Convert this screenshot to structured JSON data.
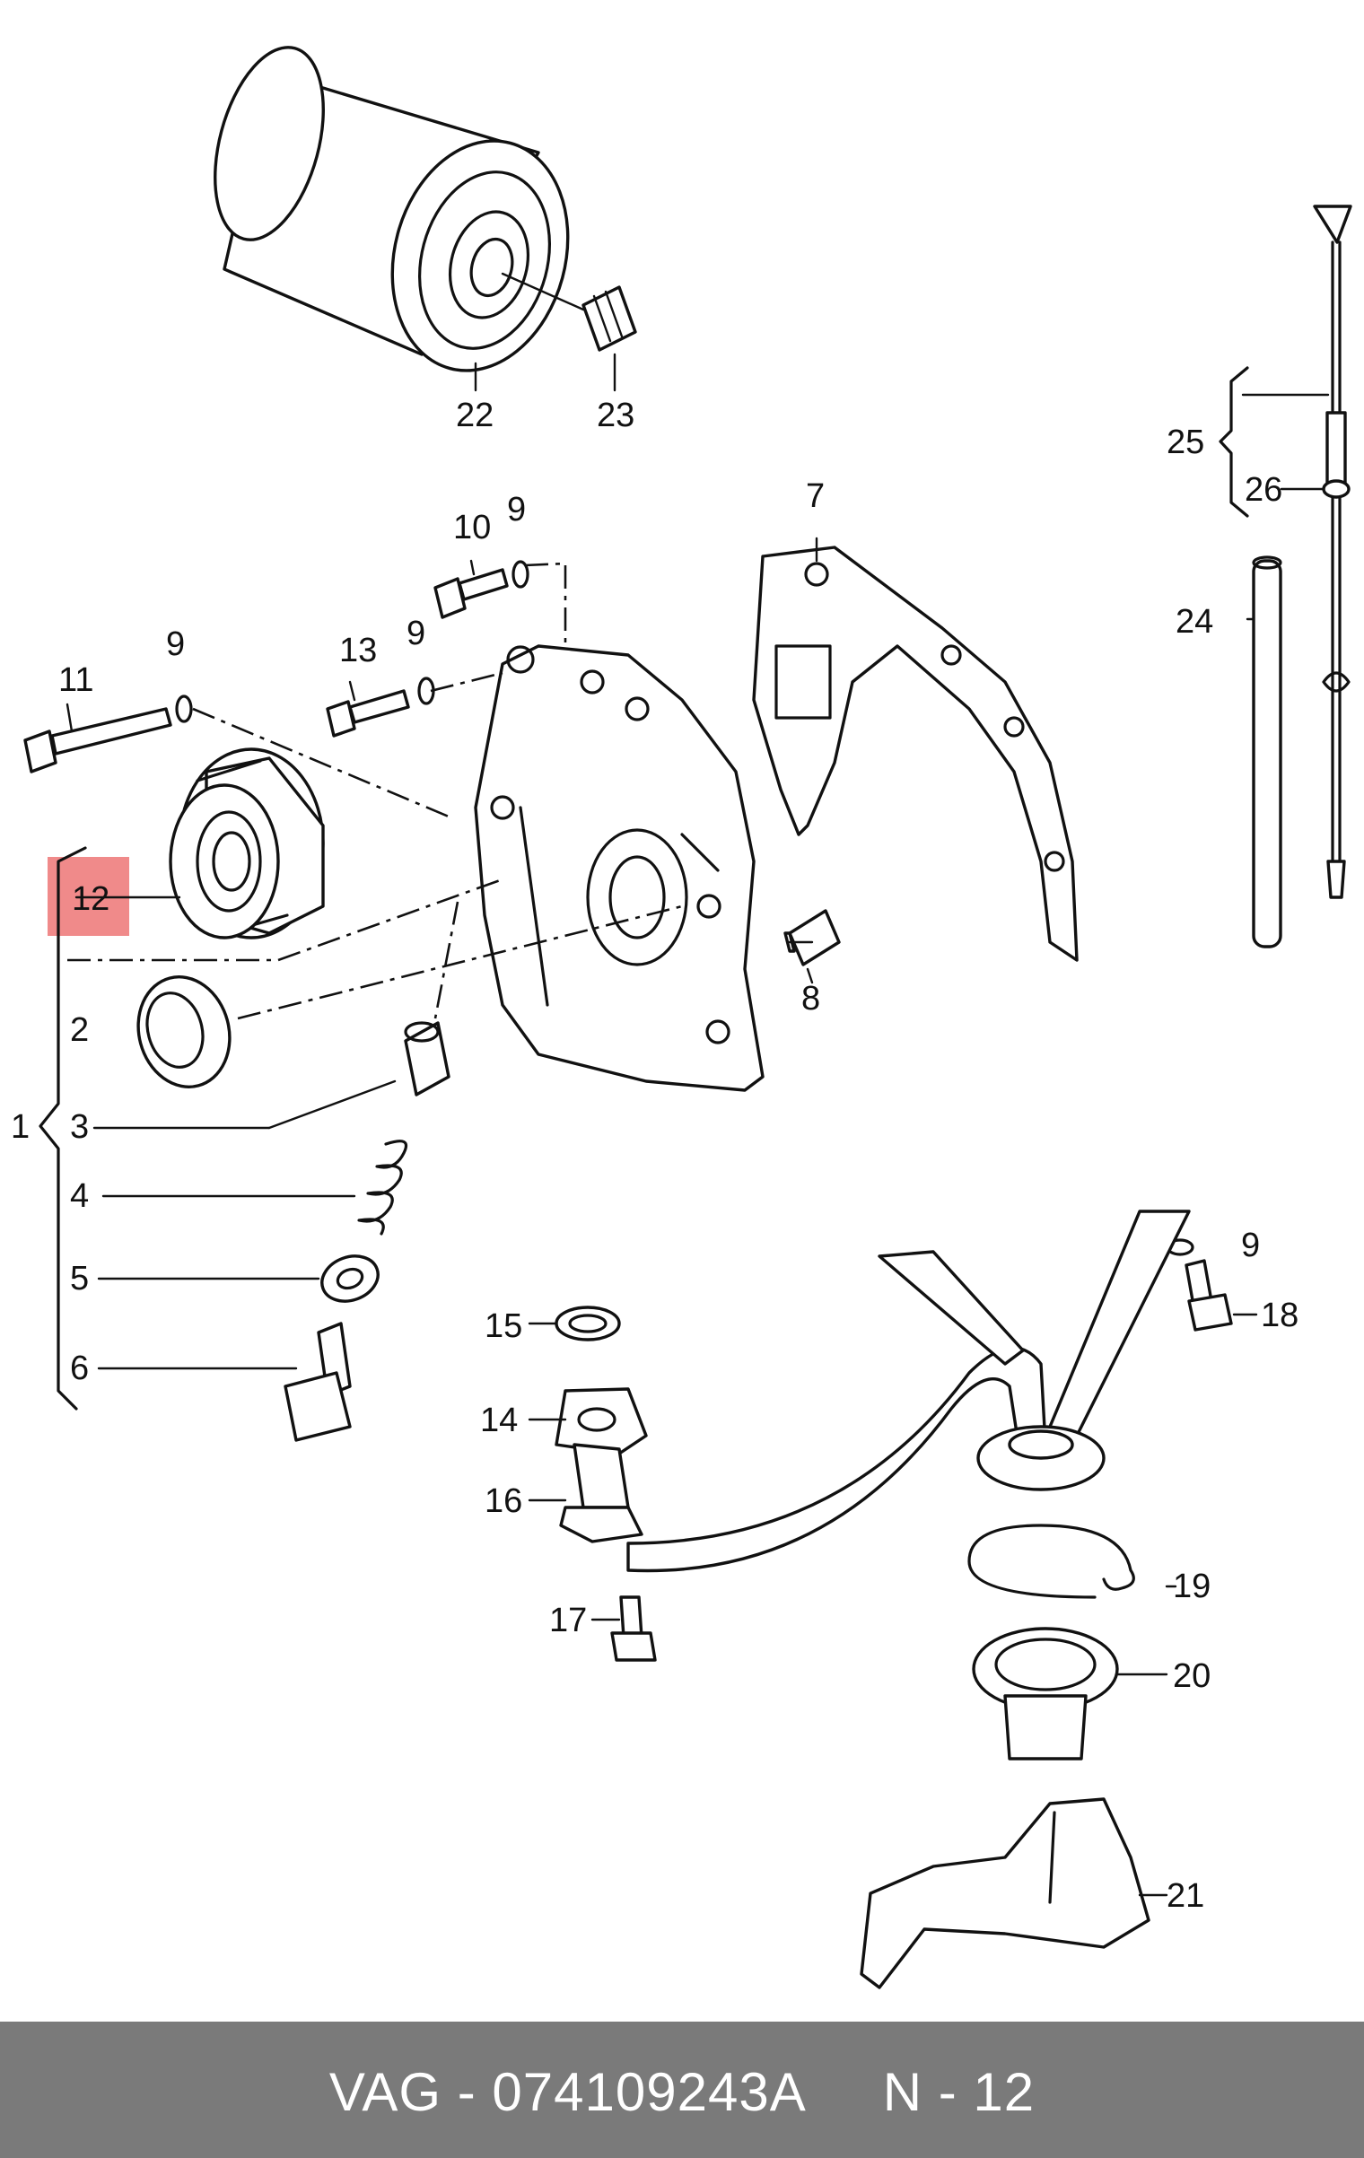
{
  "highlight_color": "#f08a8a",
  "footer_color": "#7a7a7a",
  "labels": {
    "l1": "1",
    "l2": "2",
    "l3": "3",
    "l4": "4",
    "l5": "5",
    "l6": "6",
    "l7": "7",
    "l8": "8",
    "l9a": "9",
    "l9b": "9",
    "l9c": "9",
    "l9d": "9",
    "l10": "10",
    "l11": "11",
    "l12": "12",
    "l13": "13",
    "l14": "14",
    "l15": "15",
    "l16": "16",
    "l17": "17",
    "l18": "18",
    "l19": "19",
    "l20": "20",
    "l21": "21",
    "l22": "22",
    "l23": "23",
    "l24": "24",
    "l25": "25",
    "l26": "26"
  },
  "footer": {
    "brand": "VAG",
    "part_number": "074109243A",
    "position": "N - 12",
    "text": "VAG - 074109243A     N - 12"
  }
}
